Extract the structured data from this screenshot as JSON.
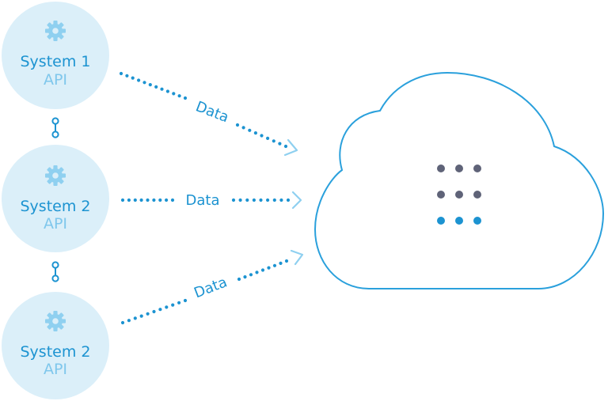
{
  "colors": {
    "node_fill": "#dbeff9",
    "node_text": "#1c93d1",
    "node_subtext": "#7fc7ec",
    "gear": "#8fd0f0",
    "connector": "#1c93d1",
    "dots_line": "#1c93d1",
    "arrowhead": "#8fd0f0",
    "cloud_stroke": "#2aa0dc",
    "grid_dark": "#5f6378",
    "grid_accent": "#1c93d1"
  },
  "systems": [
    {
      "name": "System 1",
      "sublabel": "API",
      "icon": "gear-icon"
    },
    {
      "name": "System 2",
      "sublabel": "API",
      "icon": "gear-icon"
    },
    {
      "name": "System 2",
      "sublabel": "API",
      "icon": "gear-icon"
    }
  ],
  "flows": [
    {
      "label": "Data"
    },
    {
      "label": "Data"
    },
    {
      "label": "Data"
    }
  ],
  "cloud": {
    "icon": "cloud-outline",
    "grid_icon": "dot-grid-icon",
    "grid_rows": 3,
    "grid_cols": 3,
    "accent_row": 3
  }
}
